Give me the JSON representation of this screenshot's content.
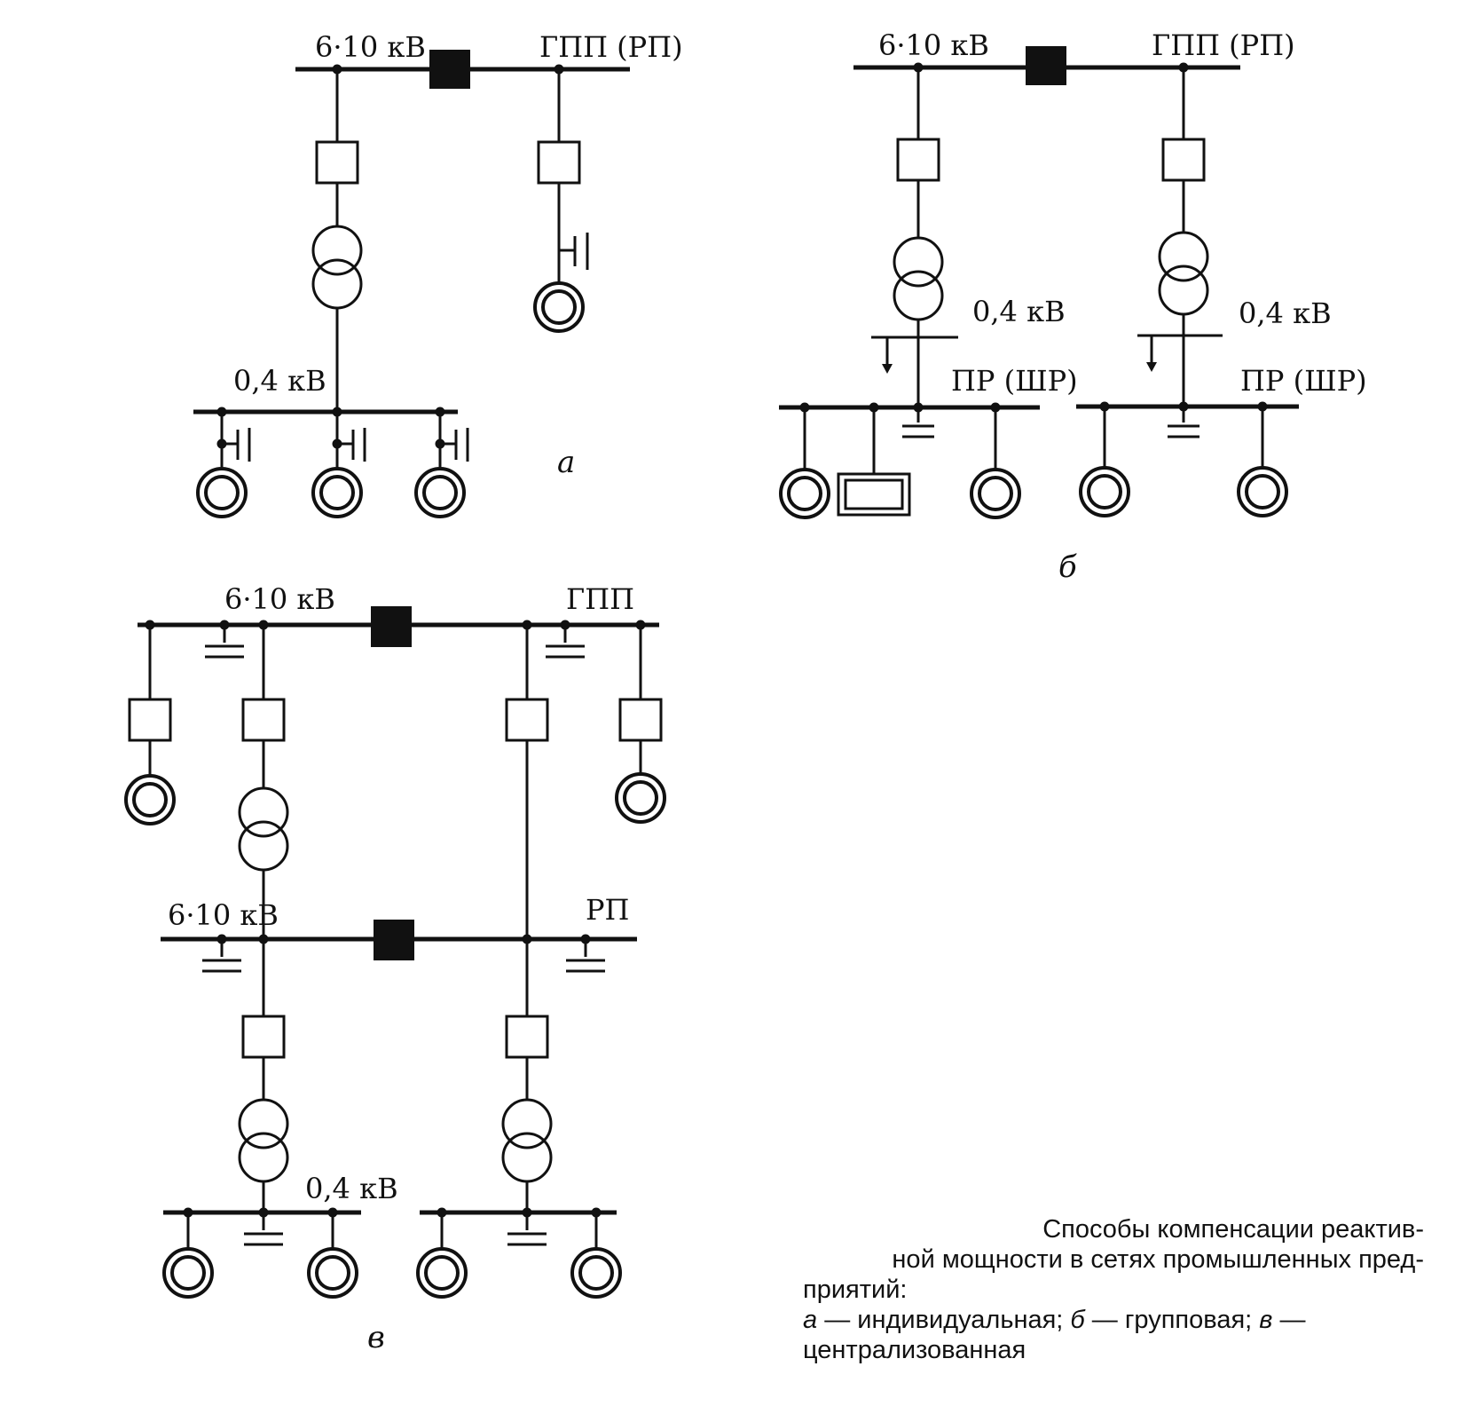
{
  "diagram_a": {
    "bus_hv_label": "6·10 кВ",
    "gpp_label": "ГПП (РП)",
    "bus_lv_label": "0,4 кВ",
    "panel_label": "а"
  },
  "diagram_b": {
    "bus_hv_label": "6·10 кВ",
    "gpp_label": "ГПП (РП)",
    "lv_label_left": "0,4 кВ",
    "lv_label_right": "0,4 кВ",
    "pr_label_left": "ПР (ШР)",
    "pr_label_right": "ПР (ШР)",
    "panel_label": "б"
  },
  "diagram_v": {
    "bus_hv_label": "6·10 кВ",
    "gpp_label": "ГПП",
    "bus_mid_label": "6·10 кВ",
    "rp_label": "РП",
    "bus_lv_label": "0,4 кВ",
    "panel_label": "в"
  },
  "caption": {
    "line1": "Способы компенсации реактив-",
    "line2": "ной мощности в сетях промышленных пред-",
    "line3": "приятий:",
    "a_letter": "а",
    "a_text": " — индивидуальная; ",
    "b_letter": "б",
    "b_text": " — групповая; ",
    "v_letter": "в",
    "v_text": " —",
    "line5": "централизованная"
  }
}
